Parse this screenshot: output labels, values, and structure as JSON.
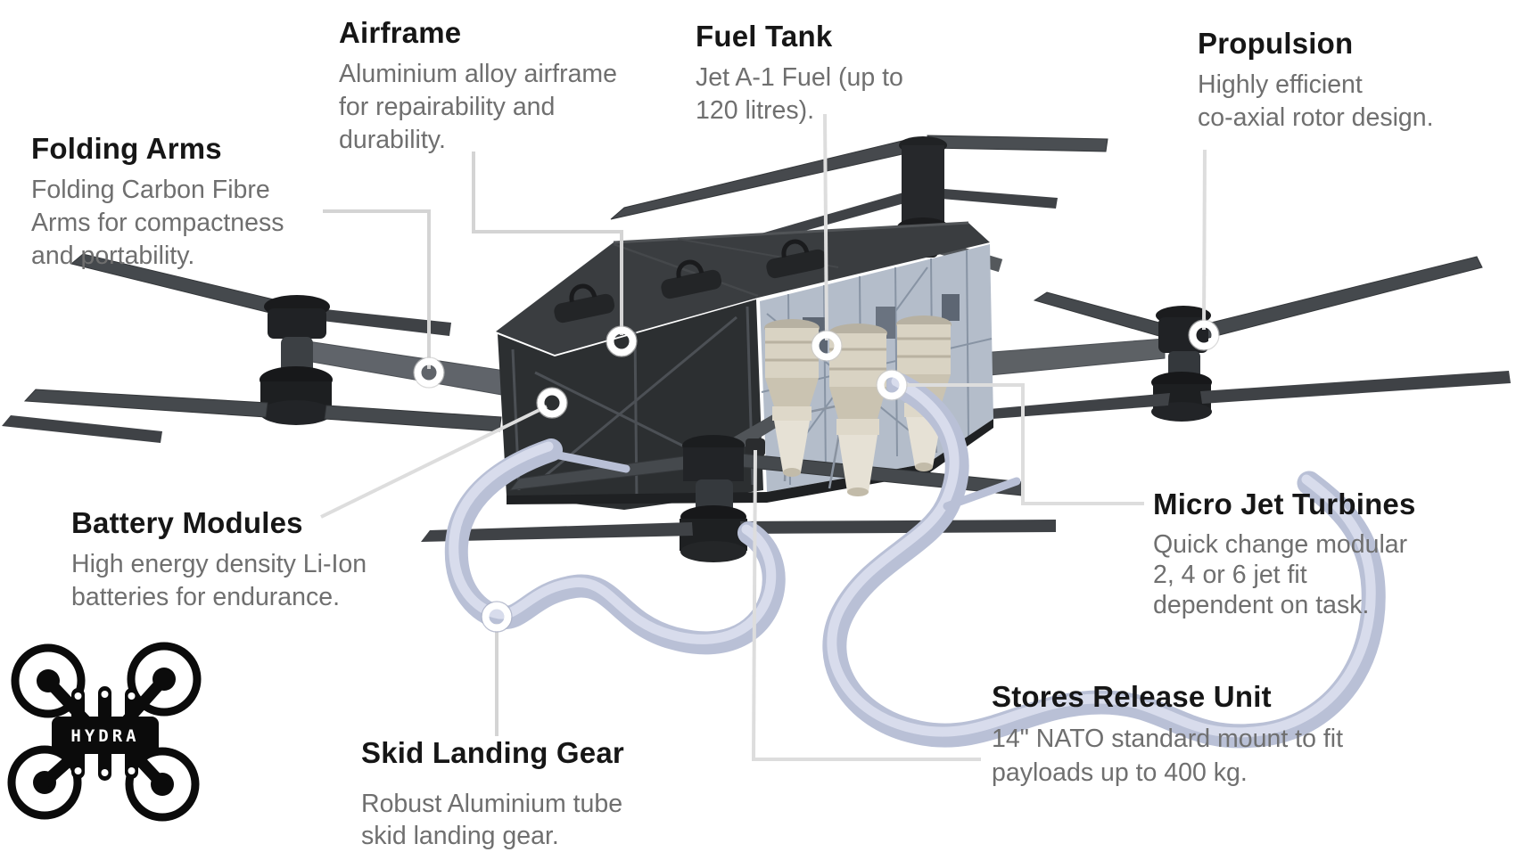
{
  "callouts": {
    "folding_arms": {
      "title": "Folding Arms",
      "body": [
        "Folding Carbon Fibre",
        "Arms for compactness",
        "and portability."
      ]
    },
    "airframe": {
      "title": "Airframe",
      "body": [
        "Aluminium alloy airframe",
        "for repairability and",
        "durability."
      ]
    },
    "fuel_tank": {
      "title": "Fuel Tank",
      "body": [
        "Jet A-1 Fuel (up to",
        "120 litres)."
      ]
    },
    "propulsion": {
      "title": "Propulsion",
      "body": [
        "Highly efficient",
        "co-axial rotor design."
      ]
    },
    "battery_modules": {
      "title": "Battery Modules",
      "body": [
        "High energy density Li-Ion",
        "batteries for endurance."
      ]
    },
    "micro_jet_turbines": {
      "title": "Micro Jet Turbines",
      "body": [
        "Quick change modular",
        "2, 4 or 6 jet fit",
        "dependent on task."
      ]
    },
    "stores_release_unit": {
      "title": "Stores Release Unit",
      "body": [
        "14\" NATO standard mount to fit",
        "payloads up to 400 kg."
      ]
    },
    "skid_landing_gear": {
      "title": "Skid Landing Gear",
      "body": [
        "Robust Aluminium tube",
        "skid landing gear."
      ]
    }
  },
  "logo": {
    "text": "HYDRA"
  },
  "colors": {
    "heading": "#161616",
    "body_text": "#6f6f6f",
    "callout_line": "#d4d4d4",
    "drone_dark": "#2d3032",
    "canopy": "#3a3d40",
    "panel_light": "#b4bdca",
    "turbine_cream": "#d9d3c3",
    "skid_lavender": "#c3c9dd",
    "logo_black": "#0b0b0b"
  }
}
